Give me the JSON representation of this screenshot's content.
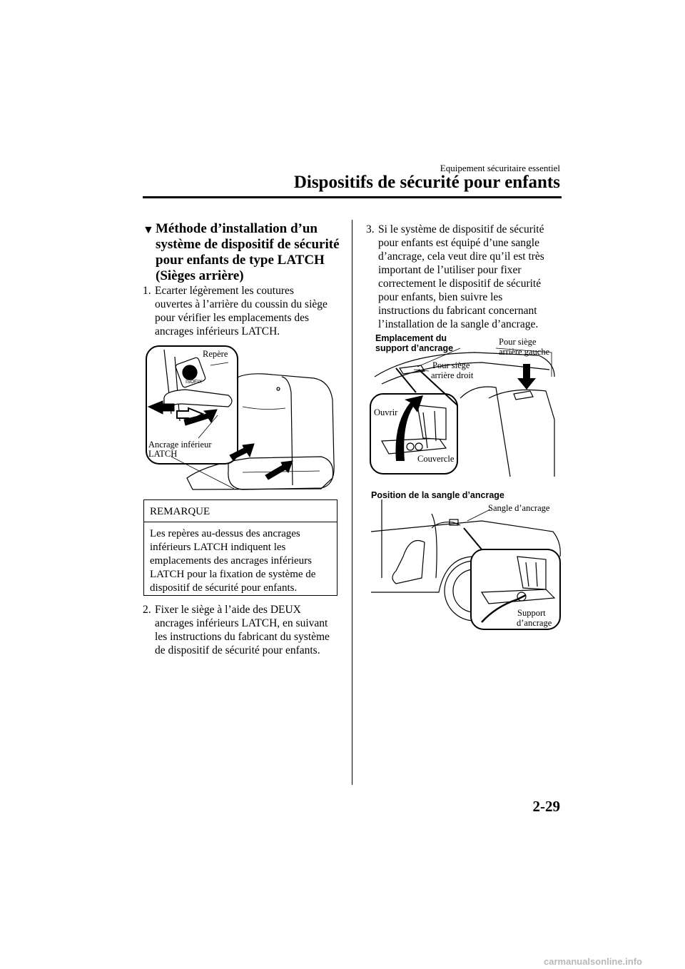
{
  "header": {
    "section": "Equipement sécuritaire essentiel",
    "title": "Dispositifs de sécurité pour enfants"
  },
  "left": {
    "heading_lines": [
      "Méthode d’installation d’un",
      "système de dispositif de sécurité",
      "pour enfants de type LATCH",
      "(Sièges arrière)"
    ],
    "step1": {
      "num": "1.",
      "lines": [
        "Ecarter légèrement les coutures",
        "ouvertes à l’arrière du coussin du siège",
        "pour vérifier les emplacements des",
        "ancrages inférieurs LATCH."
      ]
    },
    "figure1": {
      "label_repere": "Repère",
      "label_ancrage_1": "Ancrage inférieur",
      "label_ancrage_2": "LATCH"
    },
    "note": {
      "title": "REMARQUE",
      "lines": [
        "Les repères au-dessus des ancrages",
        "inférieurs LATCH indiquent les",
        "emplacements des ancrages inférieurs",
        "LATCH pour la fixation de système de",
        "dispositif de sécurité pour enfants."
      ]
    },
    "step2": {
      "num": "2.",
      "lines": [
        "Fixer le siège à l’aide des DEUX",
        "ancrages inférieurs LATCH, en suivant",
        "les instructions du fabricant du système",
        "de dispositif de sécurité pour enfants."
      ]
    }
  },
  "right": {
    "step3": {
      "num": "3.",
      "lines": [
        "Si le système de dispositif de sécurité",
        "pour enfants est équipé d’une sangle",
        "d’ancrage, cela veut dire qu’il est très",
        "important de l’utiliser pour fixer",
        "correctement le dispositif de sécurité",
        "pour enfants, bien suivre les",
        "instructions du fabricant concernant",
        "l’installation de la sangle d’ancrage."
      ]
    },
    "figure2": {
      "title_1": "Emplacement du",
      "title_2": "support d’ancrage",
      "gauche_1": "Pour siège",
      "gauche_2": "arrière gauche",
      "droit_1": "Pour siège",
      "droit_2": "arrière droit",
      "ouvrir": "Ouvrir",
      "couvercle": "Couvercle"
    },
    "figure3": {
      "title": "Position de la sangle d’ancrage",
      "sangle": "Sangle d’ancrage",
      "support_1": "Support",
      "support_2": "d’ancrage"
    }
  },
  "page_number": "2-29",
  "watermark": "carmanualsonline.info"
}
